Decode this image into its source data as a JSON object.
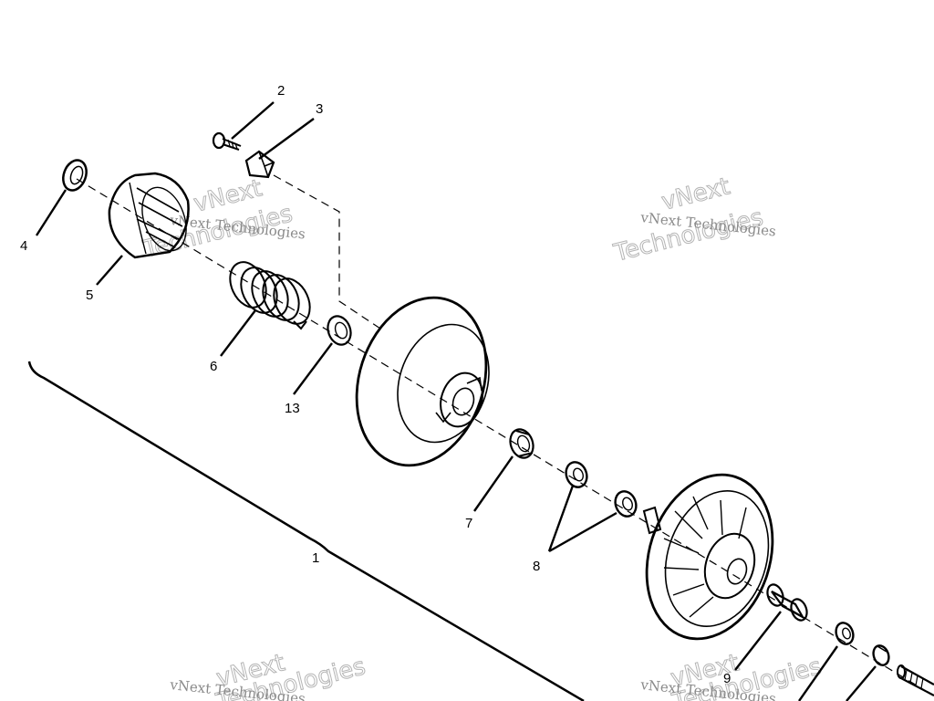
{
  "labels": {
    "p1": "1",
    "p2": "2",
    "p3": "3",
    "p4": "4",
    "p5": "5",
    "p6": "6",
    "p7": "7",
    "p8": "8",
    "p9": "9",
    "p13": "13"
  },
  "watermark": {
    "line_small": "vNext Technologies",
    "line_big_1": "vNext",
    "line_big_2": "Technologies"
  }
}
